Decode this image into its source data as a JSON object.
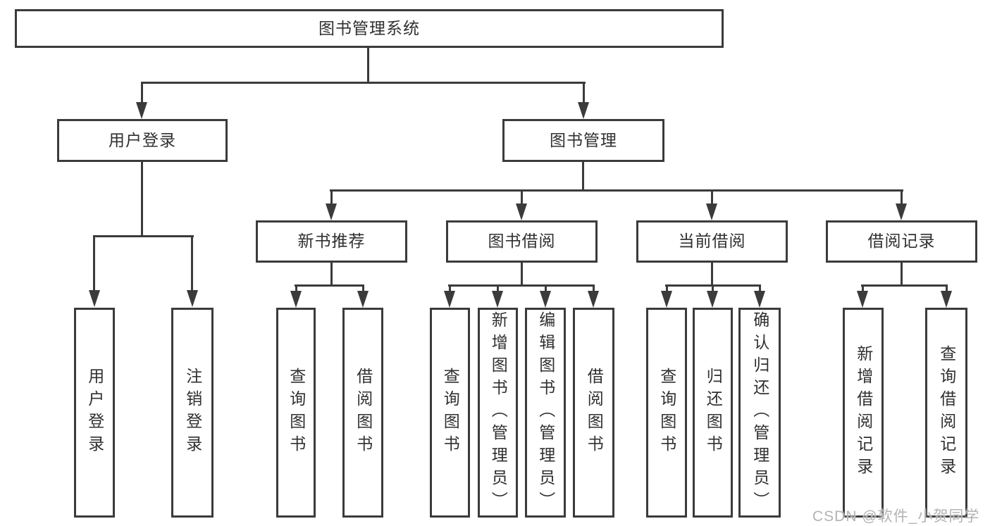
{
  "diagram": {
    "title": "图书管理系统",
    "nodes": {
      "root": "图书管理系统",
      "user_login": "用户登录",
      "book_mgmt": "图书管理",
      "new_books": "新书推荐",
      "book_borrow": "图书借阅",
      "current_borrow": "当前借阅",
      "borrow_records": "借阅记录",
      "leaves": {
        "user_login": [
          "用户登录",
          "注销登录"
        ],
        "new_books": [
          "查询图书",
          "借阅图书"
        ],
        "book_borrow": [
          "查询图书",
          "新增图书（管理员）",
          "编辑图书（管理员）",
          "借阅图书"
        ],
        "current_borrow": [
          "查询图书",
          "归还图书",
          "确认归还（管理员）"
        ],
        "borrow_records": [
          "新增借阅记录",
          "查询借阅记录"
        ]
      }
    }
  },
  "watermark": {
    "text": "CSDN @软件_小贺同学"
  },
  "colors": {
    "line": "#3b3b3b",
    "text": "#303030",
    "background": "#ffffff",
    "watermark": "#b3b3b3"
  }
}
